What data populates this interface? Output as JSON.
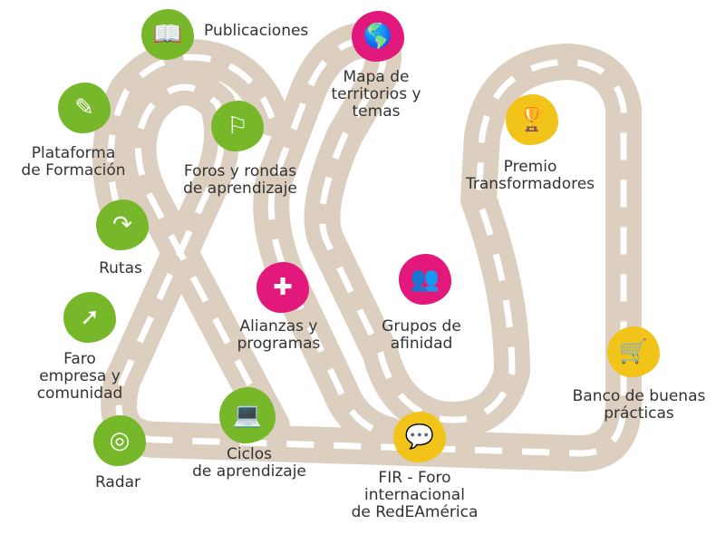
{
  "colors": {
    "green": "#76b82a",
    "pink": "#e2197a",
    "yellow": "#f2c318",
    "road": "#dccfc0",
    "text": "#333333"
  },
  "items": [
    {
      "id": "publicaciones",
      "label": "Publicaciones",
      "color": "green",
      "icon": "book-search-icon",
      "glyph": "📖"
    },
    {
      "id": "plataforma",
      "label": "Plataforma\nde Formación",
      "color": "green",
      "icon": "pencil-icon",
      "glyph": "✎"
    },
    {
      "id": "foros",
      "label": "Foros y rondas\nde aprendizaje",
      "color": "green",
      "icon": "presenter-board-icon",
      "glyph": "⚐"
    },
    {
      "id": "rutas",
      "label": "Rutas",
      "color": "green",
      "icon": "route-arrow-icon",
      "glyph": "↷"
    },
    {
      "id": "faro",
      "label": "Faro\nempresa y\ncomunidad",
      "color": "green",
      "icon": "lighthouse-beam-icon",
      "glyph": "➚"
    },
    {
      "id": "radar",
      "label": "Radar",
      "color": "green",
      "icon": "radar-icon",
      "glyph": "◎"
    },
    {
      "id": "ciclos",
      "label": "Ciclos\nde aprendizaje",
      "color": "green",
      "icon": "laptop-icon",
      "glyph": "💻"
    },
    {
      "id": "mapa",
      "label": "Mapa de\nterritorios y\ntemas",
      "color": "pink",
      "icon": "americas-map-icon",
      "glyph": "🌎"
    },
    {
      "id": "alianzas",
      "label": "Alianzas y\nprogramas",
      "color": "pink",
      "icon": "puzzle-icon",
      "glyph": "✚"
    },
    {
      "id": "grupos",
      "label": "Grupos de\nafinidad",
      "color": "pink",
      "icon": "people-group-icon",
      "glyph": "👥"
    },
    {
      "id": "premio",
      "label": "Premio\nTransformadores",
      "color": "yellow",
      "icon": "award-trophy-icon",
      "glyph": "🏆"
    },
    {
      "id": "banco",
      "label": "Banco de buenas\nprácticas",
      "color": "yellow",
      "icon": "shopping-cart-icon",
      "glyph": "🛒"
    },
    {
      "id": "fir",
      "label": "FIR - Foro\ninternacional\nde RedEAmérica",
      "color": "yellow",
      "icon": "people-talking-icon",
      "glyph": "💬"
    }
  ]
}
